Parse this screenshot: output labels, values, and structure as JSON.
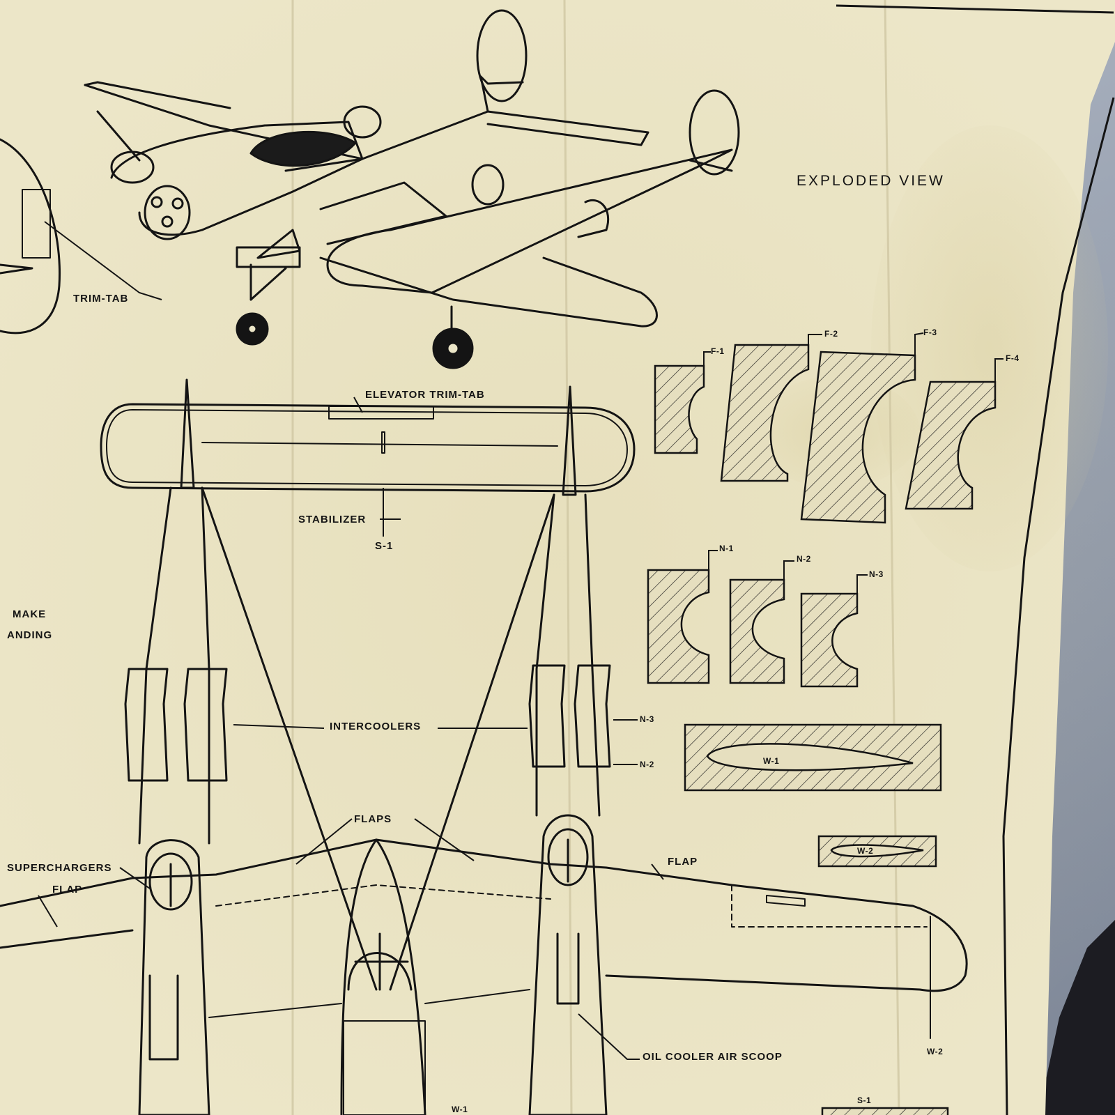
{
  "image": {
    "subject": "Vintage folded paper blueprint of a twin-boom P-38 style fighter model airplane, exploded view and plan view with cross-section templates",
    "colors": {
      "paper": "#ece6c8",
      "paper_stain": "#d9cfa2",
      "ink": "#141414",
      "wall": "#9aa3b2"
    }
  },
  "labels": {
    "exploded_view": "EXPLODED VIEW",
    "trim_tab": "TRIM-TAB",
    "elevator_trim_tab": "ELEVATOR TRIM-TAB",
    "stabilizer": "STABILIZER",
    "s1": "S-1",
    "make": "MAKE",
    "landing": "ANDING",
    "intercoolers": "INTERCOOLERS",
    "n3_side": "N-3",
    "n2_side": "N-2",
    "flaps": "FLAPS",
    "flap_right": "FLAP",
    "superchargers": "SUPERCHARGERS",
    "flap_left": "FLAP",
    "oil_cooler": "OIL COOLER AIR SCOOP",
    "w1_bottom": "W-1",
    "w2_side": "W-2",
    "s1_bottom": "S-1"
  },
  "templates": {
    "f1": "F-1",
    "f2": "F-2",
    "f3": "F-3",
    "f4": "F-4",
    "n1": "N-1",
    "n2": "N-2",
    "n3": "N-3",
    "w1": "W-1",
    "w2": "W-2"
  }
}
